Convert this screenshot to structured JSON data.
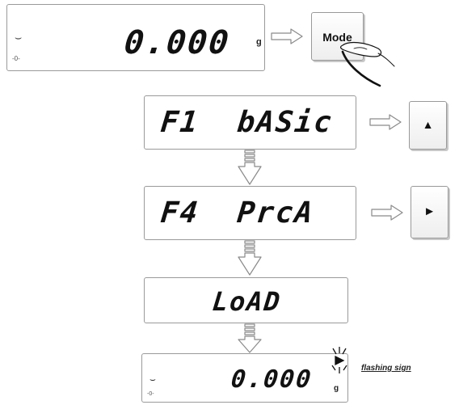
{
  "top_display": {
    "value": "0.000",
    "unit": "g"
  },
  "mode_key": {
    "label": "Mode"
  },
  "menu_display_1": {
    "text": "F1  bASic"
  },
  "up_key": {
    "symbol": "▲"
  },
  "menu_display_2": {
    "text": "F4  PrcA"
  },
  "right_key": {
    "symbol": "►"
  },
  "load_display": {
    "text": "LoAD"
  },
  "final_display": {
    "value": "0.000",
    "unit": "g"
  },
  "annotation": {
    "text": "flashing sign"
  }
}
